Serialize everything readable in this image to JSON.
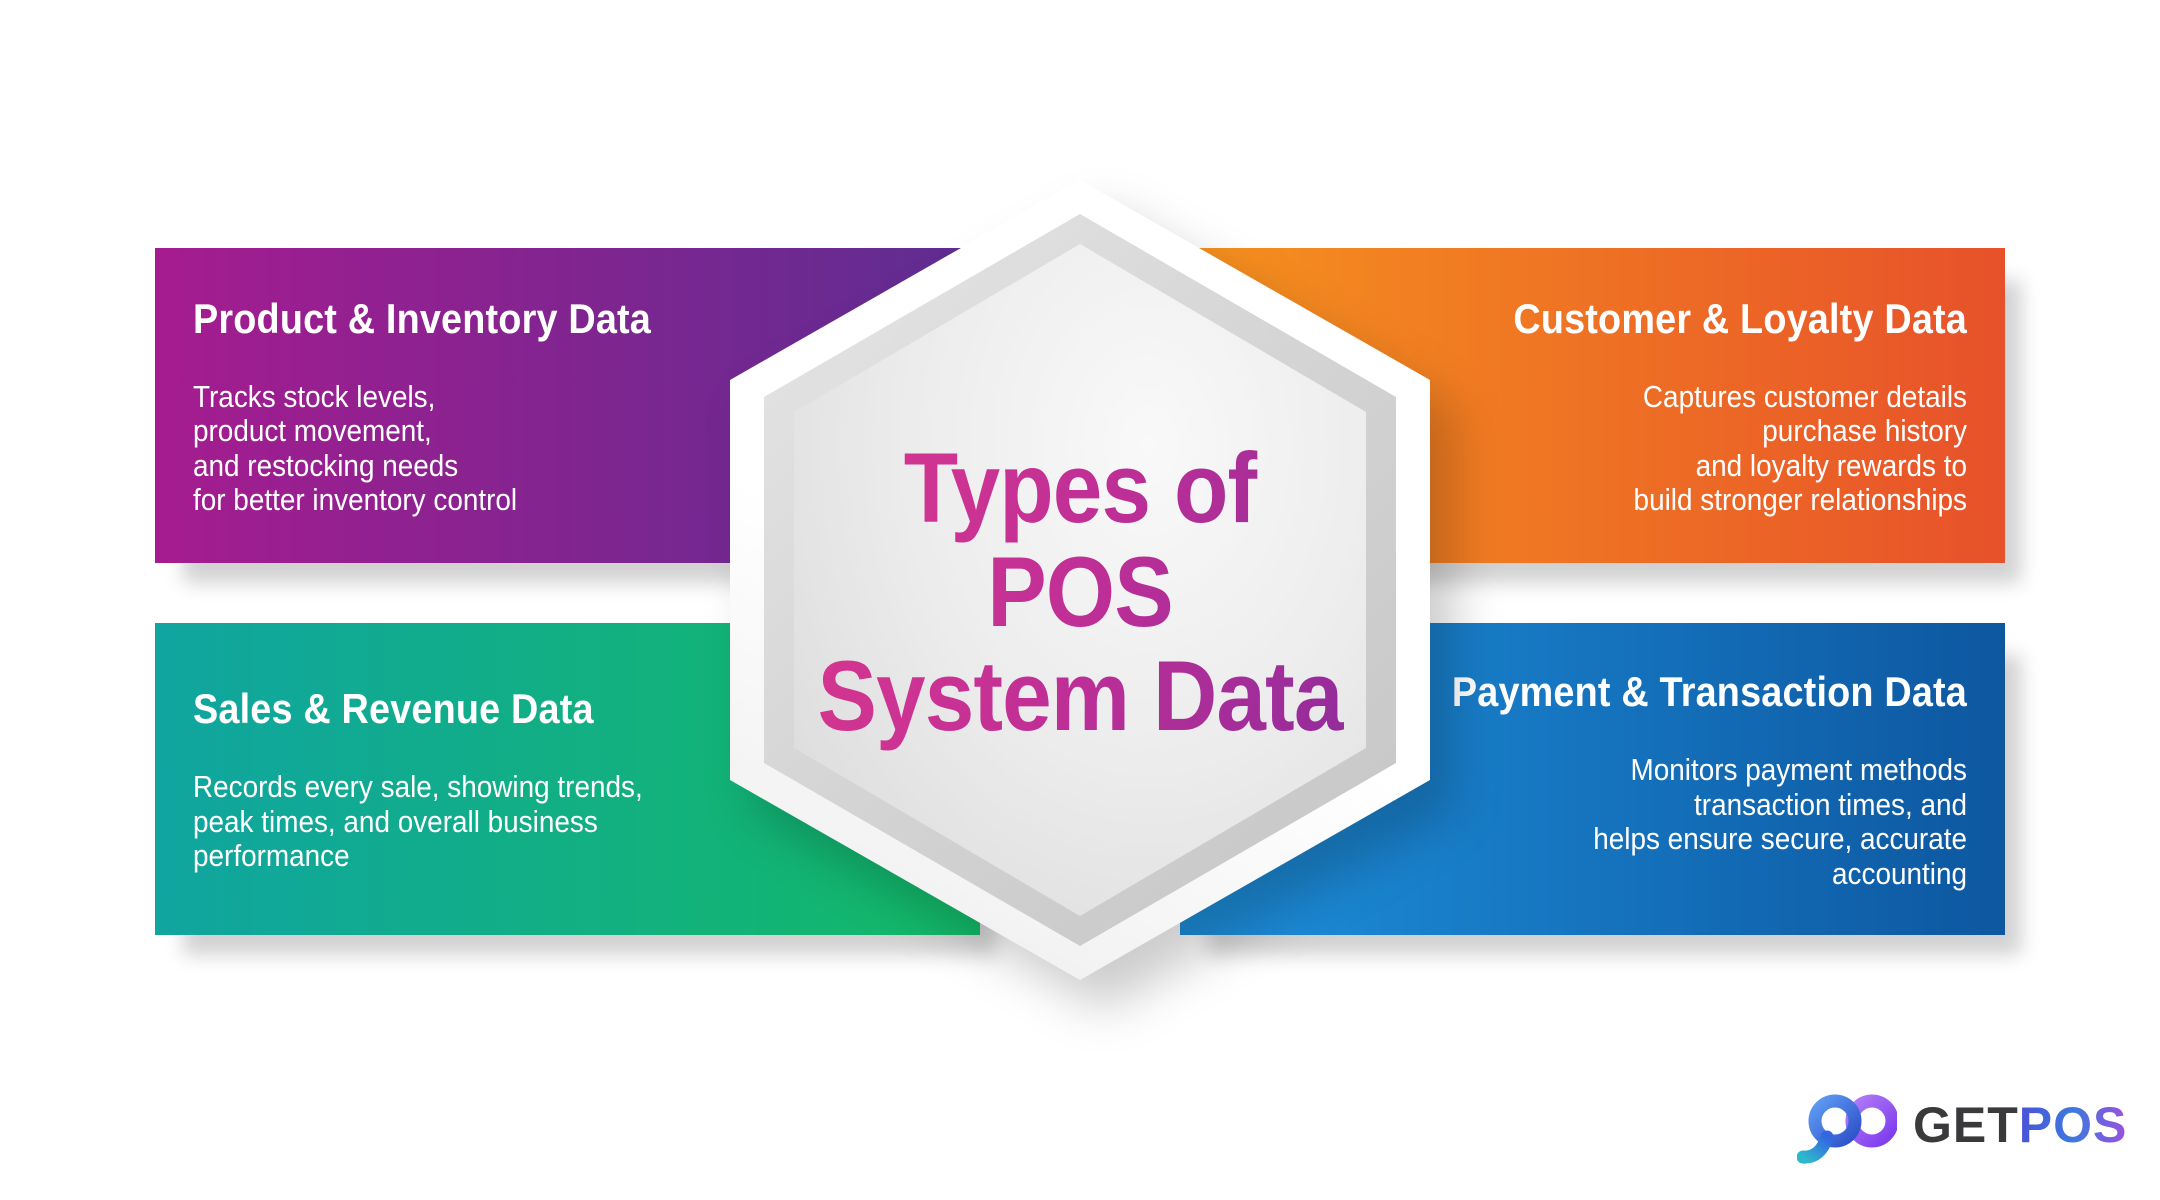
{
  "page": {
    "background": "#ffffff"
  },
  "center": {
    "lines": [
      "Types of",
      "POS",
      "System Data"
    ],
    "title_gradient": {
      "angle": "105deg",
      "from": "#e23a8b",
      "mid": "#c02f96",
      "to": "#842b9d"
    }
  },
  "panels": [
    {
      "id": "product-inventory",
      "title": "Product & Inventory Data",
      "lines": [
        "Tracks stock levels,",
        "product movement,",
        "and restocking needs",
        "for better inventory control"
      ],
      "gradient": {
        "angle": "90deg",
        "from": "#a51c90",
        "to": "#5e2d91"
      }
    },
    {
      "id": "customer-loyalty",
      "title": "Customer & Loyalty Data",
      "lines": [
        "Captures customer details",
        "purchase history",
        "and loyalty rewards to",
        "build stronger relationships"
      ],
      "gradient": {
        "angle": "90deg",
        "from": "#f6921e",
        "to": "#e7512a"
      }
    },
    {
      "id": "sales-revenue",
      "title": "Sales & Revenue Data",
      "lines": [
        "Records every sale, showing trends,",
        "peak times, and overall business",
        "performance"
      ],
      "gradient": {
        "angle": "90deg",
        "from": "#10a5a0",
        "to": "#13b967"
      }
    },
    {
      "id": "payment-transaction",
      "title": "Payment & Transaction Data",
      "lines": [
        "Monitors payment methods",
        "transaction times, and",
        "helps ensure secure, accurate",
        "accounting"
      ],
      "gradient": {
        "angle": "90deg",
        "from": "#1e90dc",
        "to": "#0d57a0"
      }
    }
  ],
  "logo": {
    "get": "GET",
    "pos": "POS",
    "get_color": "#3a3a3c",
    "pos_gradient": {
      "angle": "90deg",
      "from": "#4a52d8",
      "mid": "#3d79de",
      "to": "#9b4fe0"
    },
    "mark_colors": {
      "blue_ring": "#3366e0",
      "purple_ring": "#8b46f0",
      "teal_tail": "#2eb8cd",
      "stem": "#4450d9"
    }
  }
}
